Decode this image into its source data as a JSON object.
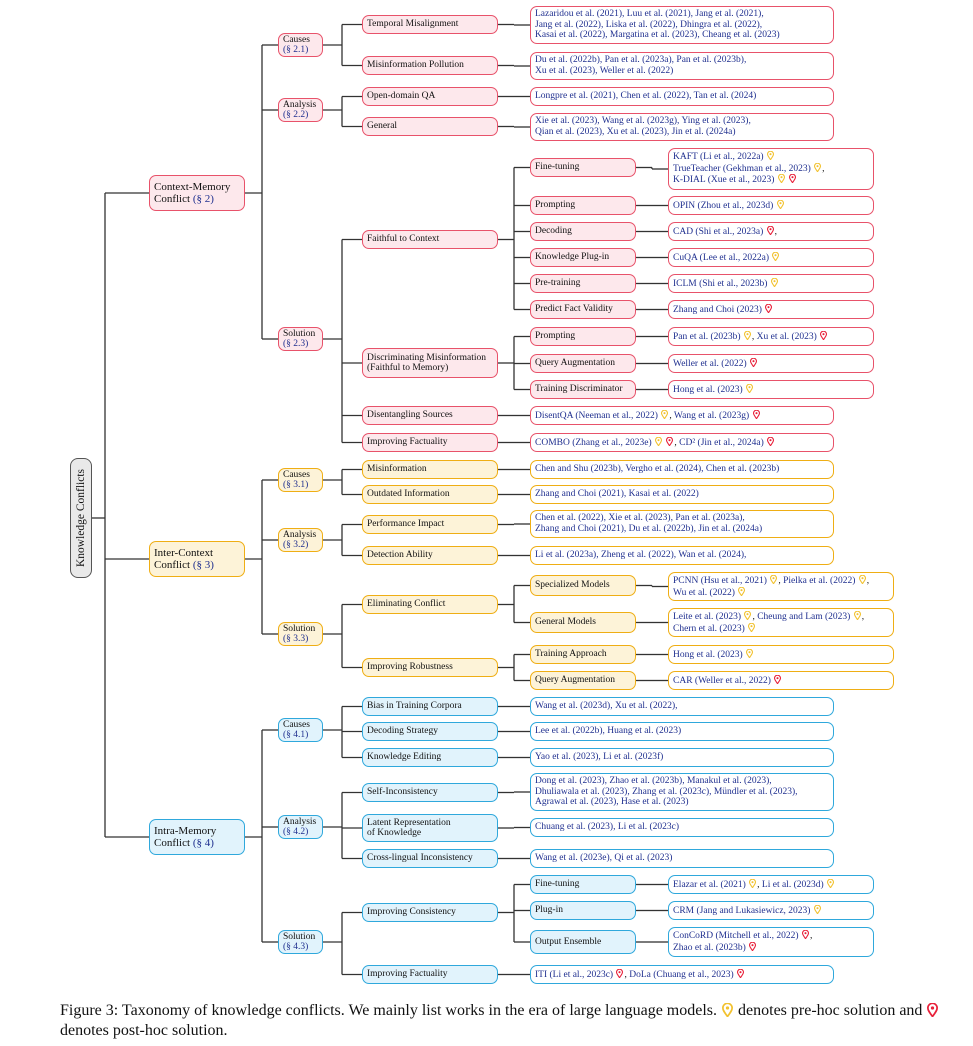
{
  "root": "Knowledge Conflicts",
  "level1": [
    {
      "id": "cm",
      "label": "Context-Memory",
      "label2": "Conflict",
      "ref": "(§ 2)",
      "color": "red"
    },
    {
      "id": "ic",
      "label": "Inter-Context",
      "label2": "Conflict",
      "ref": "(§ 3)",
      "color": "yellow"
    },
    {
      "id": "im",
      "label": "Intra-Memory",
      "label2": "Conflict",
      "ref": "(§ 4)",
      "color": "blue"
    }
  ],
  "level2": [
    {
      "id": "cm-causes",
      "label": "Causes",
      "ref": "(§ 2.1)"
    },
    {
      "id": "cm-analysis",
      "label": "Analysis",
      "ref": "(§ 2.2)"
    },
    {
      "id": "cm-solution",
      "label": "Solution",
      "ref": "(§ 2.3)"
    },
    {
      "id": "ic-causes",
      "label": "Causes",
      "ref": "(§ 3.1)"
    },
    {
      "id": "ic-analysis",
      "label": "Analysis",
      "ref": "(§ 3.2)"
    },
    {
      "id": "ic-solution",
      "label": "Solution",
      "ref": "(§ 3.3)"
    },
    {
      "id": "im-causes",
      "label": "Causes",
      "ref": "(§ 4.1)"
    },
    {
      "id": "im-analysis",
      "label": "Analysis",
      "ref": "(§ 4.2)"
    },
    {
      "id": "im-solution",
      "label": "Solution",
      "ref": "(§ 4.3)"
    }
  ],
  "level3": [
    {
      "id": "t1",
      "label": "Temporal Misalignment"
    },
    {
      "id": "t2",
      "label": "Misinformation Pollution"
    },
    {
      "id": "t3",
      "label": "Open-domain QA"
    },
    {
      "id": "t4",
      "label": "General"
    },
    {
      "id": "t5",
      "label": "Faithful to Context"
    },
    {
      "id": "t6",
      "label": "Discriminating Misinformation",
      "label2": "(Faithful to Memory)"
    },
    {
      "id": "t7",
      "label": "Disentangling Sources"
    },
    {
      "id": "t8",
      "label": "Improving Factuality"
    },
    {
      "id": "t9",
      "label": "Misinformation"
    },
    {
      "id": "t10",
      "label": "Outdated Information"
    },
    {
      "id": "t11",
      "label": "Performance Impact"
    },
    {
      "id": "t12",
      "label": "Detection Ability"
    },
    {
      "id": "t13",
      "label": "Eliminating Conflict"
    },
    {
      "id": "t14",
      "label": "Improving Robustness"
    },
    {
      "id": "t15",
      "label": "Bias in Training Corpora"
    },
    {
      "id": "t16",
      "label": "Decoding Strategy"
    },
    {
      "id": "t17",
      "label": "Knowledge Editing"
    },
    {
      "id": "t18",
      "label": "Self-Inconsistency"
    },
    {
      "id": "t19",
      "label": "Latent Representation",
      "label2": "of Knowledge"
    },
    {
      "id": "t20",
      "label": "Cross-lingual Inconsistency"
    },
    {
      "id": "t21",
      "label": "Improving Consistency"
    },
    {
      "id": "t22",
      "label": "Improving Factuality"
    }
  ],
  "level4": [
    {
      "id": "s1",
      "label": "Fine-tuning"
    },
    {
      "id": "s2",
      "label": "Prompting"
    },
    {
      "id": "s3",
      "label": "Decoding"
    },
    {
      "id": "s4",
      "label": "Knowledge Plug-in"
    },
    {
      "id": "s5",
      "label": "Pre-training"
    },
    {
      "id": "s6",
      "label": "Predict Fact Validity"
    },
    {
      "id": "s7",
      "label": "Prompting"
    },
    {
      "id": "s8",
      "label": "Query Augmentation"
    },
    {
      "id": "s9",
      "label": "Training Discriminator"
    },
    {
      "id": "s10",
      "label": "Specialized Models"
    },
    {
      "id": "s11",
      "label": "General Models"
    },
    {
      "id": "s12",
      "label": "Training Approach"
    },
    {
      "id": "s13",
      "label": "Query Augmentation"
    },
    {
      "id": "s14",
      "label": "Fine-tuning"
    },
    {
      "id": "s15",
      "label": "Plug-in"
    },
    {
      "id": "s16",
      "label": "Output Ensemble"
    }
  ],
  "leaves": [
    {
      "id": "L1",
      "lines": [
        [
          [
            "Lazaridou et al. (2021), Luu et al. (2021), Jang et al. (2021),",
            ""
          ]
        ],
        [
          [
            "Jang et al. (2022), Liska et al. (2022), Dhingra et al. (2022),",
            ""
          ]
        ],
        [
          [
            "Kasai et al. (2022), Margatina et al. (2023), Cheang et al. (2023)",
            ""
          ]
        ]
      ]
    },
    {
      "id": "L2",
      "lines": [
        [
          [
            "Du et al. (2022b), Pan et al. (2023a), Pan et al. (2023b),",
            ""
          ]
        ],
        [
          [
            "Xu et al. (2023), Weller et al. (2022)",
            ""
          ]
        ]
      ]
    },
    {
      "id": "L3",
      "lines": [
        [
          [
            "Longpre et al. (2021), Chen et al. (2022), Tan et al. (2024)",
            ""
          ]
        ]
      ]
    },
    {
      "id": "L4",
      "lines": [
        [
          [
            "Xie et al. (2023), Wang et al. (2023g), Ying et al. (2023),",
            ""
          ]
        ],
        [
          [
            "Qian et al. (2023), Xu et al. (2023), Jin et al. (2024a)",
            ""
          ]
        ]
      ]
    },
    {
      "id": "L5",
      "lines": [
        [
          [
            "KAFT (Li et al., 2022a)",
            "y"
          ]
        ],
        [
          [
            "TrueTeacher (Gekhman et al., 2023)",
            "y,"
          ]
        ],
        [
          [
            "K-DIAL (Xue et al., 2023)",
            "yr"
          ]
        ]
      ]
    },
    {
      "id": "L6",
      "lines": [
        [
          [
            "OPIN (Zhou et al., 2023d)",
            "y"
          ]
        ]
      ]
    },
    {
      "id": "L7",
      "lines": [
        [
          [
            "CAD (Shi et al., 2023a)",
            "r,"
          ]
        ]
      ]
    },
    {
      "id": "L8",
      "lines": [
        [
          [
            "CuQA (Lee et al., 2022a)",
            "y"
          ]
        ]
      ]
    },
    {
      "id": "L9",
      "lines": [
        [
          [
            "ICLM (Shi et al., 2023b)",
            "y"
          ]
        ]
      ]
    },
    {
      "id": "L10",
      "lines": [
        [
          [
            "Zhang and Choi (2023)",
            "r"
          ]
        ]
      ]
    },
    {
      "id": "L11",
      "lines": [
        [
          [
            "Pan et al. (2023b)",
            "y,"
          ],
          [
            "Xu et al. (2023)",
            "r"
          ]
        ]
      ]
    },
    {
      "id": "L12",
      "lines": [
        [
          [
            "Weller et al. (2022)",
            "r"
          ]
        ]
      ]
    },
    {
      "id": "L13",
      "lines": [
        [
          [
            "Hong et al. (2023)",
            "y"
          ]
        ]
      ]
    },
    {
      "id": "L14",
      "lines": [
        [
          [
            "DisentQA (Neeman et al., 2022)",
            "y,"
          ],
          [
            "Wang et al. (2023g)",
            "r"
          ]
        ]
      ]
    },
    {
      "id": "L15",
      "lines": [
        [
          [
            "COMBO (Zhang et al., 2023e)",
            "yr,"
          ],
          [
            "CD² (Jin et al., 2024a)",
            "r"
          ]
        ]
      ]
    },
    {
      "id": "L16",
      "lines": [
        [
          [
            "Chen and Shu (2023b), Vergho et al. (2024), Chen et al. (2023b)",
            ""
          ]
        ]
      ]
    },
    {
      "id": "L17",
      "lines": [
        [
          [
            "Zhang and Choi (2021), Kasai et al. (2022)",
            ""
          ]
        ]
      ]
    },
    {
      "id": "L18",
      "lines": [
        [
          [
            "Chen et al. (2022), Xie et al. (2023), Pan et al. (2023a),",
            ""
          ]
        ],
        [
          [
            "Zhang and Choi (2021), Du et al. (2022b), Jin et al. (2024a)",
            ""
          ]
        ]
      ]
    },
    {
      "id": "L19",
      "lines": [
        [
          [
            "Li et al. (2023a),  Zheng et al. (2022),  Wan et al. (2024),",
            ""
          ]
        ]
      ]
    },
    {
      "id": "L20",
      "lines": [
        [
          [
            "PCNN (Hsu et al., 2021)",
            "y,"
          ],
          [
            "Pielka et al. (2022)",
            "y,"
          ]
        ],
        [
          [
            "Wu et al. (2022)",
            "y"
          ]
        ]
      ]
    },
    {
      "id": "L21",
      "lines": [
        [
          [
            "Leite et al. (2023)",
            "y,"
          ],
          [
            "Cheung and Lam (2023)",
            "y,"
          ]
        ],
        [
          [
            "Chern et al. (2023)",
            "y"
          ]
        ]
      ]
    },
    {
      "id": "L22",
      "lines": [
        [
          [
            "Hong et al. (2023)",
            "y"
          ]
        ]
      ]
    },
    {
      "id": "L23",
      "lines": [
        [
          [
            "CAR (Weller et al., 2022)",
            "r"
          ]
        ]
      ]
    },
    {
      "id": "L24",
      "lines": [
        [
          [
            "Wang et al. (2023d), Xu et al. (2022),",
            ""
          ]
        ]
      ]
    },
    {
      "id": "L25",
      "lines": [
        [
          [
            "Lee et al. (2022b), Huang et al. (2023)",
            ""
          ]
        ]
      ]
    },
    {
      "id": "L26",
      "lines": [
        [
          [
            "Yao et al. (2023), Li et al. (2023f)",
            ""
          ]
        ]
      ]
    },
    {
      "id": "L27",
      "lines": [
        [
          [
            "Dong et al. (2023), Zhao et al. (2023b), Manakul et al. (2023),",
            ""
          ]
        ],
        [
          [
            "Dhuliawala et al. (2023), Zhang et al. (2023c), Mündler et al. (2023),",
            ""
          ]
        ],
        [
          [
            "Agrawal et al. (2023), Hase et al. (2023)",
            ""
          ]
        ]
      ]
    },
    {
      "id": "L28",
      "lines": [
        [
          [
            "Chuang et al. (2023), Li et al. (2023c)",
            ""
          ]
        ]
      ]
    },
    {
      "id": "L29",
      "lines": [
        [
          [
            "Wang et al. (2023e), Qi et al. (2023)",
            ""
          ]
        ]
      ]
    },
    {
      "id": "L30",
      "lines": [
        [
          [
            "Elazar et al. (2021)",
            "y,"
          ],
          [
            "Li et al. (2023d)",
            "y"
          ]
        ]
      ]
    },
    {
      "id": "L31",
      "lines": [
        [
          [
            "CRM (Jang and Lukasiewicz, 2023)",
            "y"
          ]
        ]
      ]
    },
    {
      "id": "L32",
      "lines": [
        [
          [
            "ConCoRD (Mitchell et al., 2022)",
            "r,"
          ]
        ],
        [
          [
            "Zhao et al. (2023b)",
            "r"
          ]
        ]
      ]
    },
    {
      "id": "L33",
      "lines": [
        [
          [
            "ITI (Li et al., 2023c)",
            "r,"
          ],
          [
            "DoLa (Chuang et al., 2023)",
            "r"
          ]
        ]
      ]
    }
  ],
  "colors": {
    "red": "#e8526a",
    "yellow": "#efae14",
    "blue": "#2fa8dc",
    "line": "#333333",
    "cite": "#1f2f8f",
    "pre_hoc_marker": "#f2c230",
    "post_hoc_marker": "#e8213a"
  },
  "caption": {
    "part1": "Figure 3: Taxonomy of knowledge conflicts. We mainly list works in the era of large language models.",
    "part2": "denotes pre-hoc solution and",
    "part3": "denotes post-hoc solution."
  }
}
